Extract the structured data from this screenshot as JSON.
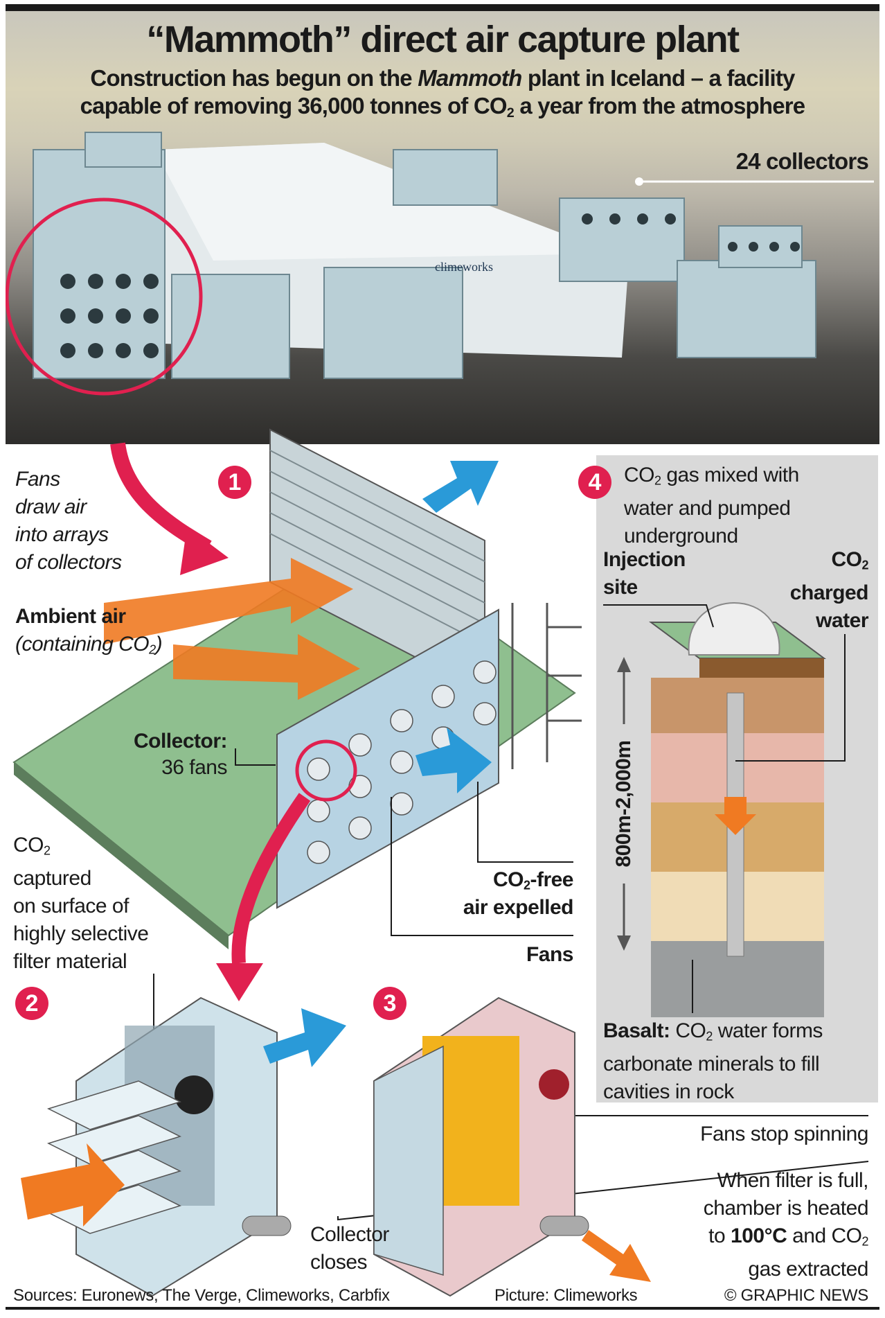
{
  "header": {
    "title": "“Mammoth” direct air capture plant",
    "subtitle_line1_a": "Construction has begun on the ",
    "subtitle_line1_em": "Mammoth",
    "subtitle_line1_b": " plant in Iceland – a facility",
    "subtitle_line2_a": "capable of removing 36,000 tonnes of CO",
    "subtitle_line2_sub": "2",
    "subtitle_line2_b": " a year from the atmosphere"
  },
  "photo": {
    "collectors_label": "24 collectors",
    "brand_sign": "climeworks"
  },
  "step1": {
    "number": "1",
    "fans_note": [
      "Fans",
      "draw air",
      "into arrays",
      "of collectors"
    ],
    "ambient_air": "Ambient air",
    "containing_a": "(containing CO",
    "containing_sub": "2",
    "containing_b": ")",
    "collector_label": "Collector:",
    "collector_fans": "36 fans",
    "co2_free_a": "CO",
    "co2_free_sub": "2",
    "co2_free_b": "-free",
    "air_expelled": "air expelled",
    "fans_label": "Fans"
  },
  "step2": {
    "number": "2",
    "captured_a": "CO",
    "captured_sub": "2",
    "captured_lines": [
      "captured",
      "on surface of",
      "highly selective",
      "filter material"
    ]
  },
  "step3": {
    "number": "3",
    "collector_closes": [
      "Collector",
      "closes"
    ],
    "fans_stop": "Fans stop spinning",
    "heated_lines": [
      "When filter is full,",
      "chamber is heated"
    ],
    "heated_to": "to ",
    "heated_temp": "100°C",
    "heated_and": " and CO",
    "heated_sub": "2",
    "heated_last": "gas extracted"
  },
  "step4": {
    "number": "4",
    "desc_a": "CO",
    "desc_sub": "2",
    "desc_b": " gas mixed with",
    "desc_lines": [
      "water and pumped",
      "underground"
    ],
    "injection_site": [
      "Injection",
      "site"
    ],
    "charged_a": "CO",
    "charged_sub": "2",
    "charged_lines": [
      "charged",
      "water"
    ],
    "depth": "800m-2,000m",
    "basalt_label": "Basalt:",
    "basalt_a": " CO",
    "basalt_sub": "2",
    "basalt_b": " water forms",
    "basalt_lines": [
      "carbonate minerals to fill",
      "cavities in rock"
    ]
  },
  "footer": {
    "sources": "Sources: Euronews, The Verge, Climeworks, Carbfix",
    "picture": "Picture: Climeworks",
    "credit": "© GRAPHIC NEWS"
  },
  "colors": {
    "accent": "#e0204f",
    "orange": "#f07a22",
    "blue": "#2a9ad8",
    "ground": "#8fbf8f"
  }
}
